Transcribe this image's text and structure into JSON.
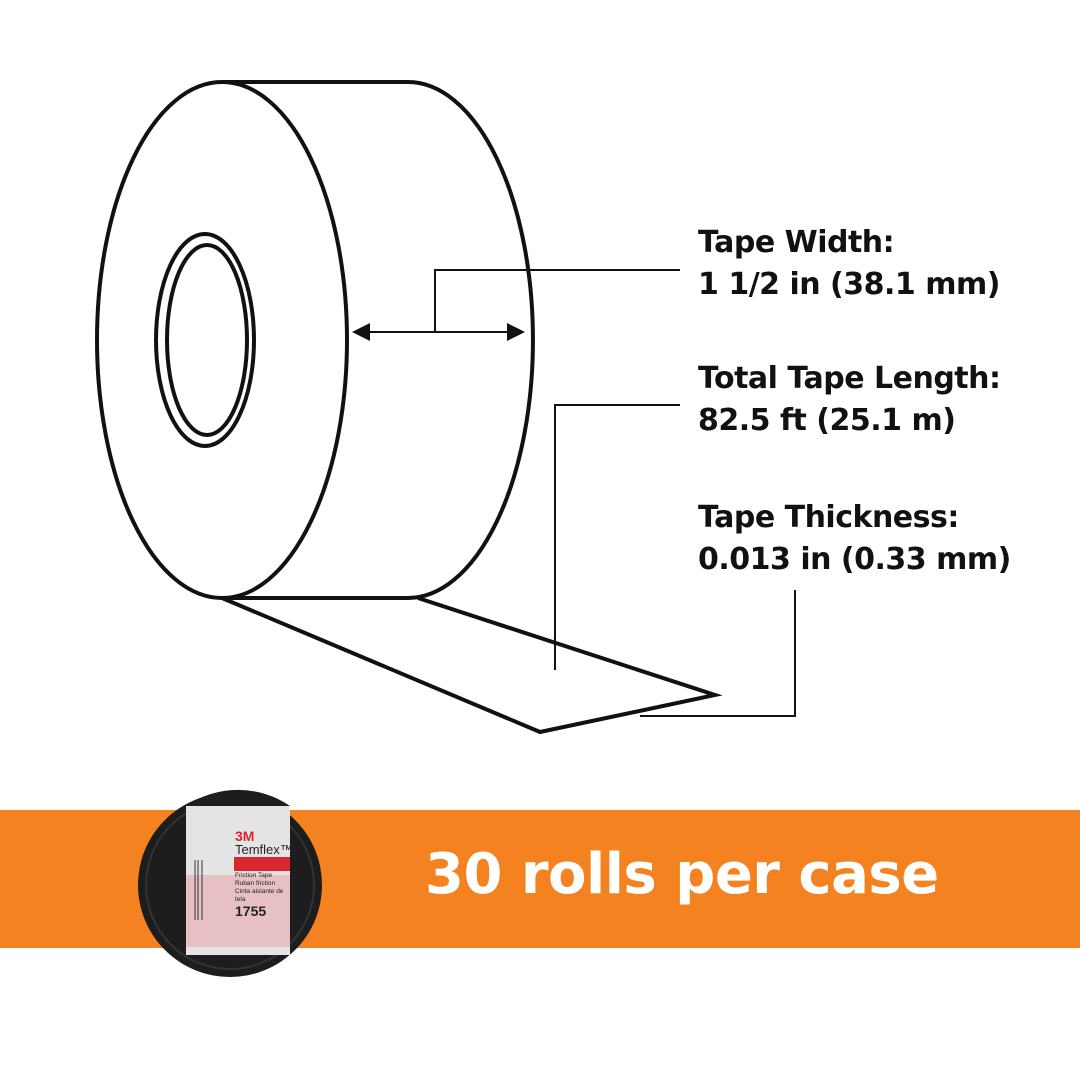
{
  "specs": [
    {
      "label": "Tape Width:",
      "value": "1 1/2 in (38.1 mm)"
    },
    {
      "label": "Total Tape Length:",
      "value": "82.5 ft (25.1 m)"
    },
    {
      "label": "Tape Thickness:",
      "value": "0.013 in (0.33 mm)"
    }
  ],
  "banner": {
    "text": "30 rolls per case",
    "color": "#F58220"
  },
  "product_label": {
    "brand": "3M",
    "name": "Temflex™",
    "line1": "Friction Tape",
    "line2": "Ruban friction",
    "line3": "Cinta aislante de tela",
    "model": "1755"
  },
  "colors": {
    "line": "#111111",
    "orange": "#F58220",
    "tape": "#1a1a1a"
  }
}
